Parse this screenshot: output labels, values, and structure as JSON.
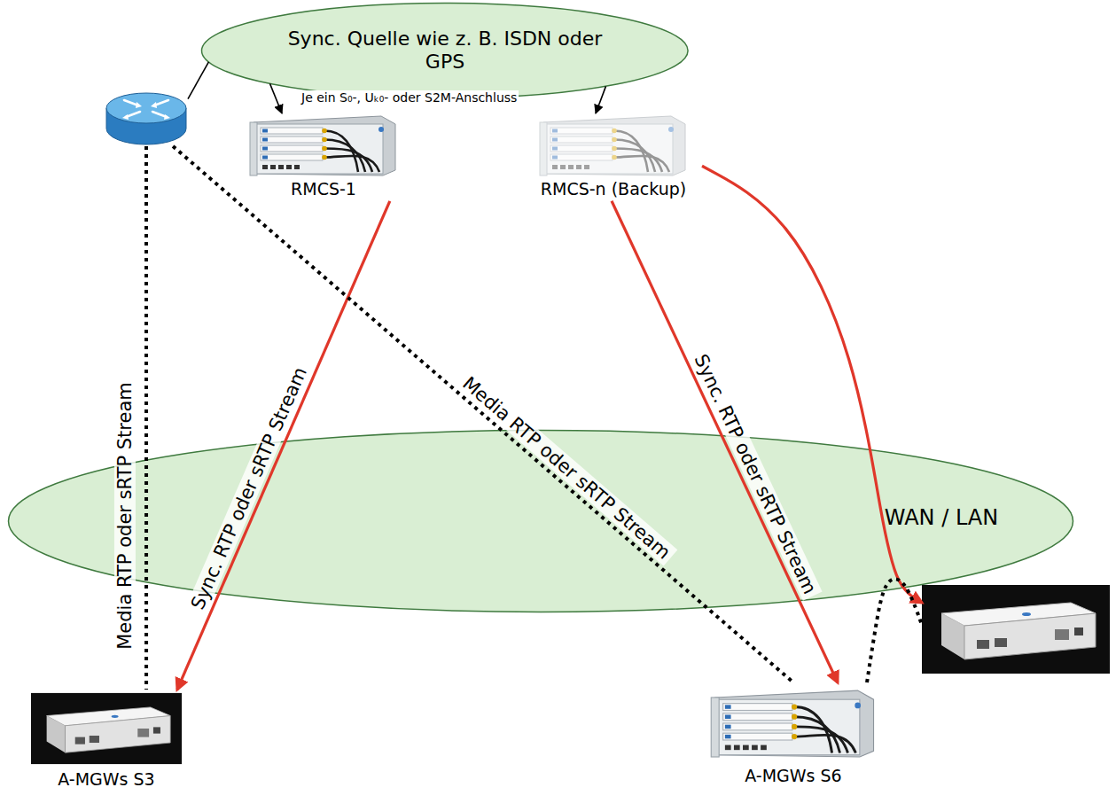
{
  "diagram": {
    "nodes": [
      {
        "text": [
          "Sync. Quelle wie z. B. ISDN oder GPS"
        ]
      },
      {
        "text": []
      },
      {
        "text": [
          "RMCS-1"
        ]
      },
      {
        "text": [
          "RMCS-n (Backup)"
        ]
      },
      {
        "text": [
          "WAN / LAN"
        ]
      },
      {
        "text": []
      },
      {
        "text": [
          "A-MGWs S3"
        ]
      },
      {
        "text": [
          "A-MGWs S6"
        ]
      }
    ],
    "edges": [
      {
        "from": 0,
        "to": 2,
        "arrow": "to"
      },
      {
        "from": 0,
        "to": 3,
        "arrow": "to"
      },
      {
        "from": 0,
        "to": 1,
        "arrow": "none"
      },
      {
        "from": 2,
        "to": 6,
        "arrow": "to",
        "label": "Sync. RTP oder sRTP Stream"
      },
      {
        "from": 3,
        "to": 7,
        "arrow": "to",
        "label": "Sync. RTP oder sRTP Stream"
      },
      {
        "from": 3,
        "to": 5,
        "arrow": "to"
      },
      {
        "from": 1,
        "to": 6,
        "arrow": "none",
        "label": "Media RTP oder sRTP Stream"
      },
      {
        "from": 1,
        "to": 7,
        "arrow": "none",
        "label": "Media RTP oder sRTP Stream"
      },
      {
        "from": 7,
        "to": 5,
        "arrow": "none"
      }
    ],
    "labels": [
      "Je ein S₀-, Uₖ₀- oder S2M-Anschluss"
    ]
  }
}
